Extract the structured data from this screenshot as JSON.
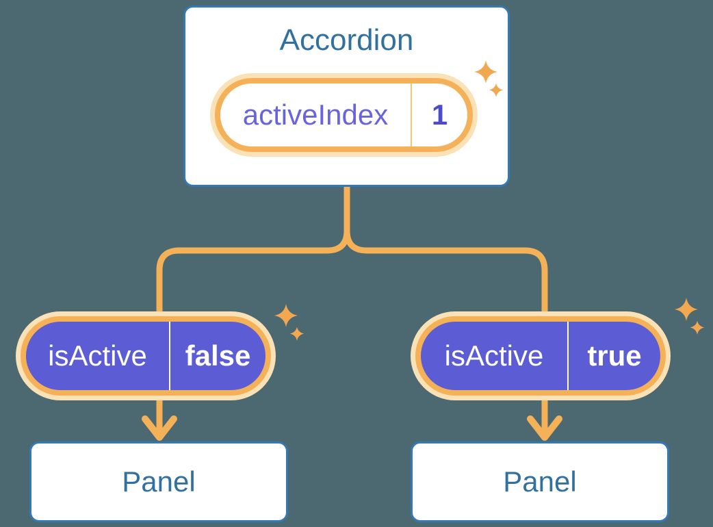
{
  "colors": {
    "bg": "#4C6870",
    "blue": "#3379B4",
    "blue-text": "#32719F",
    "orange": "#F5B158",
    "orange-glow": "#FBE2B6",
    "orange-divider": "#F8C378",
    "purple": "#5C5CD4",
    "purple-text": "#6A64DC",
    "value-blue": "#4D4CC8",
    "sparkle": "#F2A851",
    "white": "#FFFFFF"
  },
  "accordion": {
    "title": "Accordion",
    "state": {
      "label": "activeIndex",
      "value": "1"
    }
  },
  "props": [
    {
      "label": "isActive",
      "value": "false"
    },
    {
      "label": "isActive",
      "value": "true"
    }
  ],
  "panels": [
    {
      "label": "Panel"
    },
    {
      "label": "Panel"
    }
  ],
  "icons": {
    "sparkle": "sparkle-icon",
    "arrow": "arrow-down-icon"
  }
}
